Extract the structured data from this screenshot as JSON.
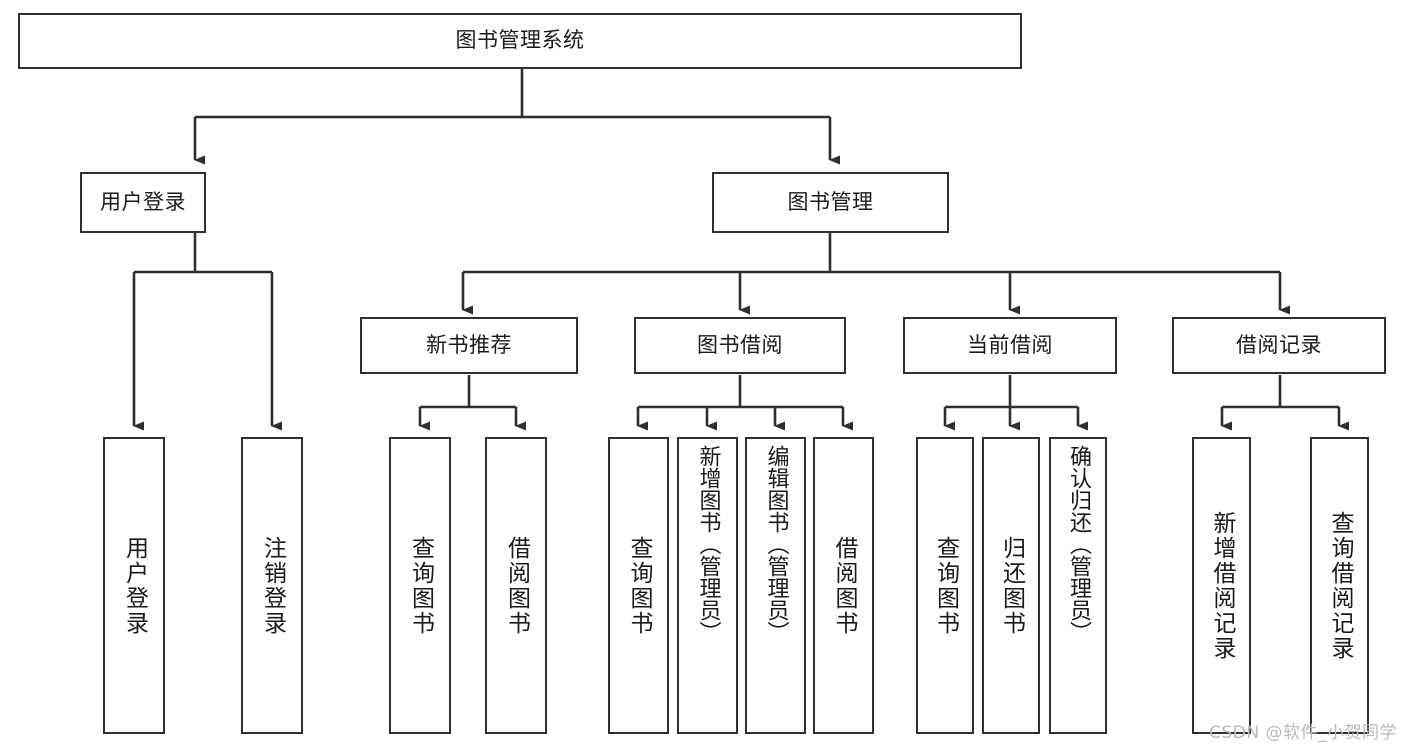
{
  "diagram": {
    "title": "图书管理系统",
    "type": "tree-hierarchy",
    "orientation": "top-down",
    "colors": {
      "stroke": "#2f2f2f",
      "fill": "#ffffff",
      "text": "#1a1a1a",
      "watermark": "#b9b9b9"
    },
    "root": {
      "id": "root",
      "label": "图书管理系统"
    },
    "level2": [
      {
        "id": "user-login",
        "label": "用户登录"
      },
      {
        "id": "book-manage",
        "label": "图书管理"
      }
    ],
    "level3": [
      {
        "id": "new-book-recommend",
        "label": "新书推荐"
      },
      {
        "id": "book-borrow",
        "label": "图书借阅"
      },
      {
        "id": "current-borrow",
        "label": "当前借阅"
      },
      {
        "id": "borrow-record",
        "label": "借阅记录"
      }
    ],
    "leaves": {
      "user_login": [
        {
          "id": "leaf-user-login",
          "label": "用户登录"
        },
        {
          "id": "leaf-logout-login",
          "label": "注销登录"
        }
      ],
      "new_book_recommend": [
        {
          "id": "leaf-query-book-1",
          "label": "查询图书"
        },
        {
          "id": "leaf-borrow-book-1",
          "label": "借阅图书"
        }
      ],
      "book_borrow": [
        {
          "id": "leaf-query-book-2",
          "label": "查询图书"
        },
        {
          "id": "leaf-add-book",
          "label": "新增图书（管理员）"
        },
        {
          "id": "leaf-edit-book",
          "label": "编辑图书（管理员）"
        },
        {
          "id": "leaf-borrow-book-2",
          "label": "借阅图书"
        }
      ],
      "current_borrow": [
        {
          "id": "leaf-query-book-3",
          "label": "查询图书"
        },
        {
          "id": "leaf-return-book",
          "label": "归还图书"
        },
        {
          "id": "leaf-confirm-return",
          "label": "确认归还（管理员）"
        }
      ],
      "borrow_record": [
        {
          "id": "leaf-add-record",
          "label": "新增借阅记录"
        },
        {
          "id": "leaf-query-record",
          "label": "查询借阅记录"
        }
      ]
    }
  },
  "watermark": {
    "text": "CSDN @软件_小贺同学"
  }
}
